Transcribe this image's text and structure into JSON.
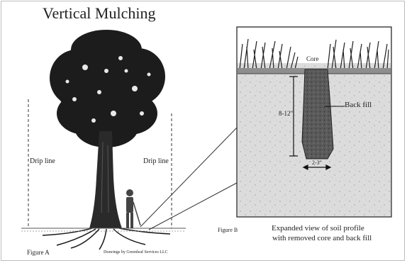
{
  "diagram": {
    "title": "Vertical Mulching",
    "figure_a": {
      "drip_line_left": "Drip line",
      "drip_line_right": "Drip line",
      "label": "Figure A",
      "credit": "Drawings by Greenleaf Services LLC"
    },
    "figure_b": {
      "label": "Figure B",
      "core_label": "Core",
      "backfill_label": "Back fill",
      "depth_label": "8-12\"",
      "width_label": "2-3\"",
      "caption_line1": "Expanded view of soil profile",
      "caption_line2": "with removed core and back fill"
    }
  }
}
